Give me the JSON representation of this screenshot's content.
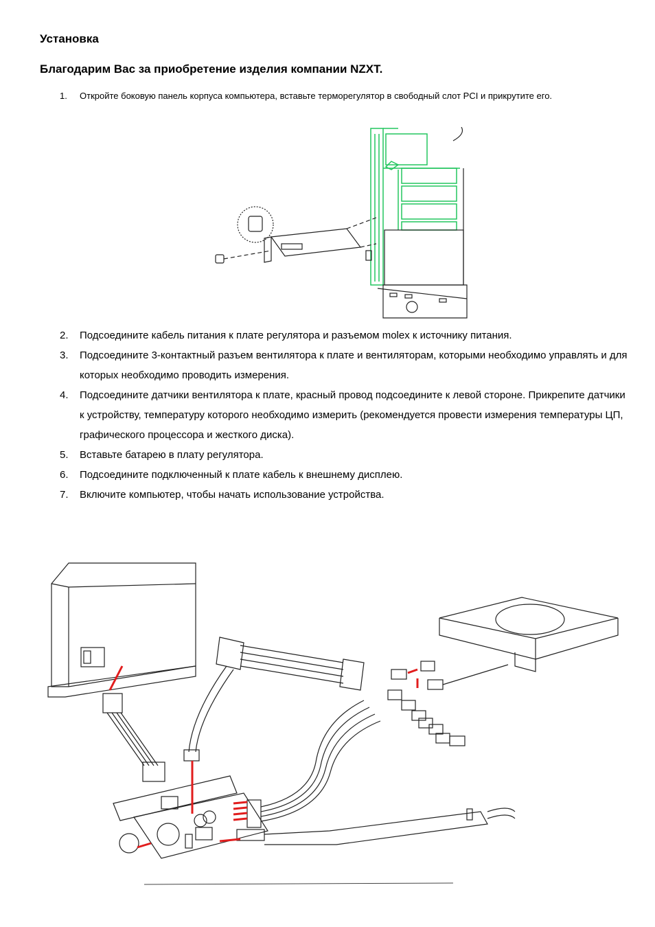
{
  "heading": "Установка",
  "subheading": "Благодарим Вас за приобретение изделия компании NZXT.",
  "step1": {
    "num": "1.",
    "text": "Откройте боковую панель корпуса компьютера, вставьте терморегулятор в свободный слот PCI и прикрутите его."
  },
  "steps": [
    {
      "num": "2.",
      "text": "Подсоедините кабель питания к плате регулятора и разъемом molex к источнику питания."
    },
    {
      "num": "3.",
      "text": "Подсоедините 3-контактный разъем вентилятора к плате и вентиляторам, которыми необходимо управлять и для которых необходимо проводить измерения."
    },
    {
      "num": "4.",
      "text": "Подсоедините датчики вентилятора к плате, красный провод подсоедините к левой стороне. Прикрепите датчики к устройству, температуру которого необходимо измерить (рекомендуется провести измерения температуры ЦП, графического процессора и жесткого диска)."
    },
    {
      "num": "5.",
      "text": "Вставьте батарею в плату регулятора."
    },
    {
      "num": "6.",
      "text": "Подсоедините подключенный к плате кабель к внешнему дисплею."
    },
    {
      "num": "7.",
      "text": "Включите компьютер, чтобы начать использование устройства."
    }
  ],
  "colors": {
    "case_outline": "#22c55e",
    "arrow": "#e11d1d",
    "line": "#222222"
  }
}
